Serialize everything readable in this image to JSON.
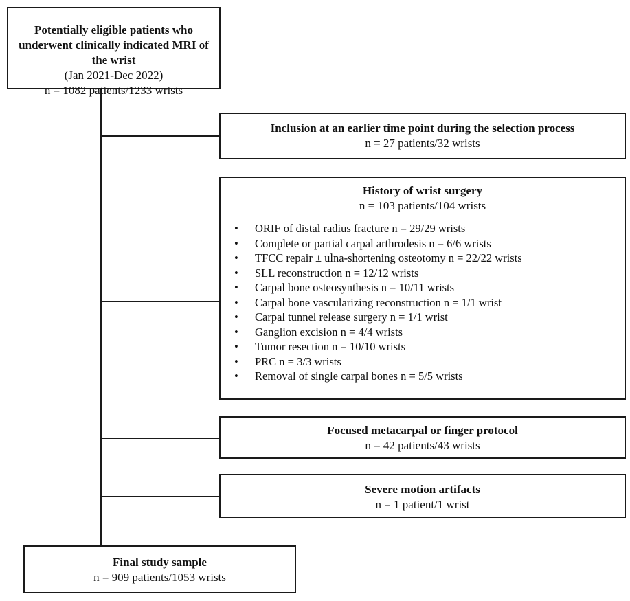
{
  "flow": {
    "start": {
      "title": "Potentially eligible patients who underwent clinically indicated MRI of the wrist",
      "dates": "(Jan 2021-Dec 2022)",
      "count": "n = 1082 patients/1233 wrists"
    },
    "exclusions": [
      {
        "title": "Inclusion at an earlier time point during the selection process",
        "count": "n = 27 patients/32 wrists"
      },
      {
        "title": "History of wrist surgery",
        "count": "n = 103 patients/104 wrists",
        "items": [
          "ORIF of distal radius fracture n = 29/29 wrists",
          "Complete or partial carpal arthrodesis n = 6/6 wrists",
          "TFCC repair ± ulna-shortening osteotomy n = 22/22 wrists",
          "SLL reconstruction n = 12/12 wrists",
          "Carpal bone osteosynthesis n = 10/11 wrists",
          "Carpal bone vascularizing reconstruction n = 1/1 wrist",
          "Carpal tunnel release surgery n = 1/1 wrist",
          "Ganglion excision n = 4/4 wrists",
          "Tumor resection n = 10/10 wrists",
          "PRC n = 3/3 wrists",
          "Removal of single carpal bones n = 5/5 wrists"
        ]
      },
      {
        "title": "Focused metacarpal or finger protocol",
        "count": "n = 42 patients/43 wrists"
      },
      {
        "title": "Severe motion artifacts",
        "count": "n = 1 patient/1 wrist"
      }
    ],
    "final": {
      "title": "Final study sample",
      "count": "n = 909 patients/1053 wrists"
    },
    "bullet_glyph": "•"
  }
}
